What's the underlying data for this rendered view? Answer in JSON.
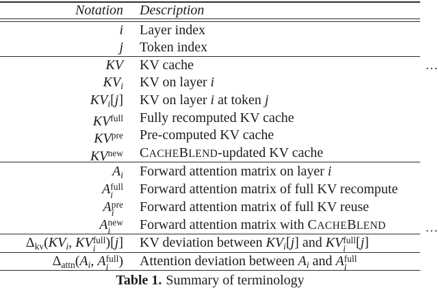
{
  "page": {
    "background": "#ffffff",
    "text_color": "#1c1c1c",
    "rule_color": "#2b2b2b"
  },
  "table": {
    "header": {
      "notation": "Notation",
      "description": "Description"
    },
    "groups": [
      {
        "rows": [
          {
            "notation": [
              {
                "t": "i",
                "s": "i"
              }
            ],
            "desc": [
              {
                "t": "Layer index",
                "s": "n"
              }
            ]
          },
          {
            "notation": [
              {
                "t": "j",
                "s": "i"
              }
            ],
            "desc": [
              {
                "t": "Token index",
                "s": "n"
              }
            ]
          }
        ]
      },
      {
        "rows": [
          {
            "notation": [
              {
                "t": "KV",
                "s": "i"
              }
            ],
            "desc": [
              {
                "t": "KV cache",
                "s": "n"
              }
            ]
          },
          {
            "notation": [
              {
                "t": "KV",
                "s": "i"
              },
              {
                "t": "i",
                "s": "subi"
              }
            ],
            "desc": [
              {
                "t": "KV on layer ",
                "s": "n"
              },
              {
                "t": "i",
                "s": "i"
              }
            ]
          },
          {
            "notation": [
              {
                "t": "KV",
                "s": "i"
              },
              {
                "t": "i",
                "s": "subi"
              },
              {
                "t": "[",
                "s": "n"
              },
              {
                "t": "j",
                "s": "i"
              },
              {
                "t": "]",
                "s": "n"
              }
            ],
            "desc": [
              {
                "t": "KV on layer ",
                "s": "n"
              },
              {
                "t": "i",
                "s": "i"
              },
              {
                "t": " at token ",
                "s": "n"
              },
              {
                "t": "j",
                "s": "i"
              }
            ]
          },
          {
            "notation": [
              {
                "t": "KV",
                "s": "i"
              },
              {
                "t": "full",
                "s": "supn"
              }
            ],
            "desc": [
              {
                "t": "Fully recomputed KV cache",
                "s": "n"
              }
            ]
          },
          {
            "notation": [
              {
                "t": "KV",
                "s": "i"
              },
              {
                "t": "pre",
                "s": "supn"
              }
            ],
            "desc": [
              {
                "t": "Pre-computed KV cache",
                "s": "n"
              }
            ]
          },
          {
            "notation": [
              {
                "t": "KV",
                "s": "i"
              },
              {
                "t": "new",
                "s": "supn"
              }
            ],
            "desc": [
              {
                "t": "CacheBlend",
                "s": "sc"
              },
              {
                "t": "-updated KV cache",
                "s": "n"
              }
            ]
          }
        ]
      },
      {
        "rows": [
          {
            "notation": [
              {
                "t": "A",
                "s": "i"
              },
              {
                "t": "i",
                "s": "subi"
              }
            ],
            "desc": [
              {
                "t": "Forward attention matrix on layer ",
                "s": "n"
              },
              {
                "t": "i",
                "s": "i"
              }
            ]
          },
          {
            "notation": [
              {
                "t": "A",
                "s": "i"
              },
              {
                "s": "ss",
                "sup": "full",
                "sub": "i"
              }
            ],
            "desc": [
              {
                "t": "Forward attention matrix of full KV recompute",
                "s": "n"
              }
            ]
          },
          {
            "notation": [
              {
                "t": "A",
                "s": "i"
              },
              {
                "s": "ss",
                "sup": "pre",
                "sub": "i"
              }
            ],
            "desc": [
              {
                "t": "Forward attention matrix of full KV reuse",
                "s": "n"
              }
            ]
          },
          {
            "notation": [
              {
                "t": "A",
                "s": "i"
              },
              {
                "s": "ss",
                "sup": "new",
                "sub": "i"
              }
            ],
            "desc": [
              {
                "t": "Forward attention matrix with ",
                "s": "n"
              },
              {
                "t": "CacheBlend",
                "s": "sc"
              }
            ]
          }
        ]
      },
      {
        "rows": [
          {
            "notation": [
              {
                "t": "Δ",
                "s": "n"
              },
              {
                "t": "kv",
                "s": "subr"
              },
              {
                "t": "(",
                "s": "n"
              },
              {
                "t": "KV",
                "s": "i"
              },
              {
                "t": "i",
                "s": "subi"
              },
              {
                "t": ", ",
                "s": "n"
              },
              {
                "t": "KV",
                "s": "i"
              },
              {
                "s": "ss",
                "sup": "full",
                "sub": "i"
              },
              {
                "t": ")[",
                "s": "n"
              },
              {
                "t": "j",
                "s": "i"
              },
              {
                "t": "]",
                "s": "n"
              }
            ],
            "desc": [
              {
                "t": "KV deviation between ",
                "s": "n"
              },
              {
                "t": "KV",
                "s": "i"
              },
              {
                "t": "i",
                "s": "subi"
              },
              {
                "t": "[",
                "s": "n"
              },
              {
                "t": "j",
                "s": "i"
              },
              {
                "t": "] and ",
                "s": "n"
              },
              {
                "t": "KV",
                "s": "i"
              },
              {
                "s": "ss",
                "sup": "full",
                "sub": "i"
              },
              {
                "t": "[",
                "s": "n"
              },
              {
                "t": "j",
                "s": "i"
              },
              {
                "t": "]",
                "s": "n"
              }
            ]
          }
        ]
      },
      {
        "rows": [
          {
            "notation": [
              {
                "t": "Δ",
                "s": "n"
              },
              {
                "t": "attn",
                "s": "subr"
              },
              {
                "t": "(",
                "s": "n"
              },
              {
                "t": "A",
                "s": "i"
              },
              {
                "t": "i",
                "s": "subi"
              },
              {
                "t": ", ",
                "s": "n"
              },
              {
                "t": "A",
                "s": "i"
              },
              {
                "s": "ss",
                "sup": "full",
                "sub": "i"
              },
              {
                "t": ")",
                "s": "n"
              }
            ],
            "desc": [
              {
                "t": "Attention deviation between ",
                "s": "n"
              },
              {
                "t": "A",
                "s": "i"
              },
              {
                "t": "i",
                "s": "subi"
              },
              {
                "t": " and ",
                "s": "n"
              },
              {
                "t": "A",
                "s": "i"
              },
              {
                "s": "ss",
                "sup": "full",
                "sub": "i"
              }
            ]
          }
        ]
      }
    ],
    "caption": {
      "label": "Table 1.",
      "text": "Summary of terminology"
    }
  },
  "margin": {
    "ellipsis_top": "...",
    "ellipsis_bottom": "..."
  }
}
